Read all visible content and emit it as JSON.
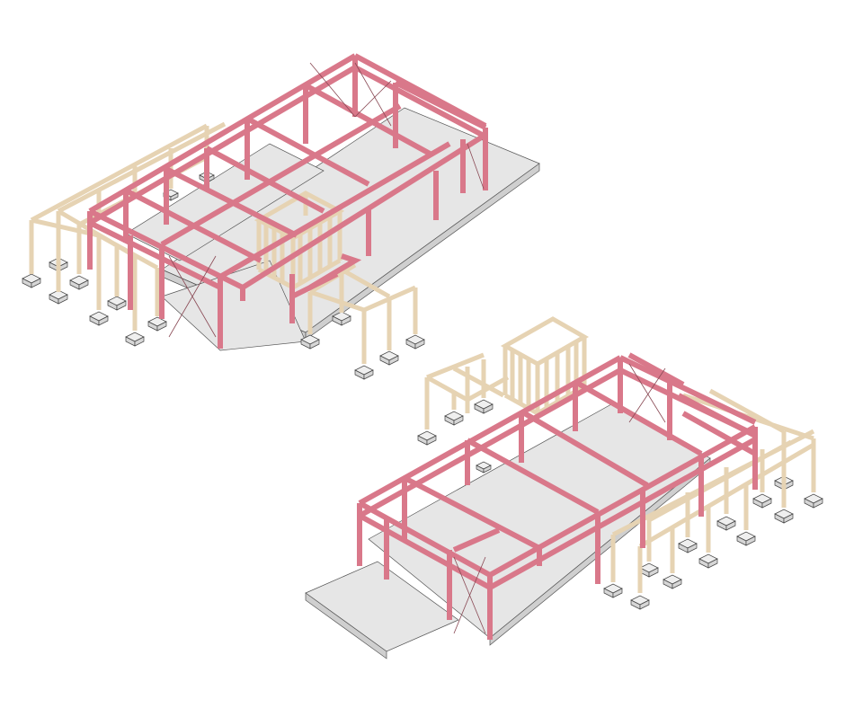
{
  "drawing": {
    "colors": {
      "steel_frame": "#f2a9b5",
      "timber_frame": "#e6d3b3",
      "slab": "#e6e6e6",
      "footing": "#efefef",
      "background": "#ffffff"
    },
    "views": [
      {
        "name": "isometric-view-top-left",
        "elements": [
          "steel-frame",
          "timber-pergola",
          "timber-cage",
          "concrete-slab",
          "footings"
        ]
      },
      {
        "name": "isometric-view-bottom-right",
        "elements": [
          "steel-frame",
          "timber-pergola",
          "timber-cage",
          "concrete-slab",
          "footings"
        ]
      }
    ]
  }
}
